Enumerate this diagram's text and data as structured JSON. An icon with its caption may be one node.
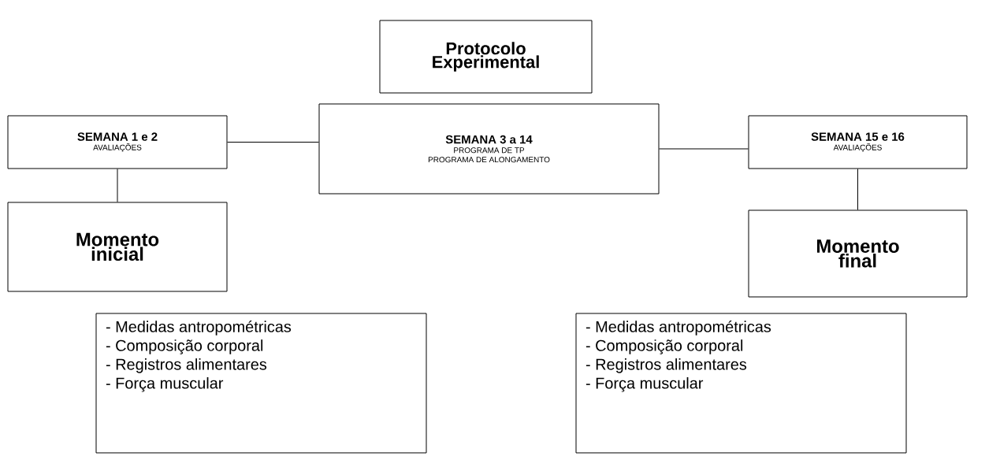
{
  "diagram": {
    "nodes": [
      {
        "text": [
          "Protocolo Experimental"
        ]
      },
      {
        "text": [
          "SEMANA 1 e 2",
          "AVALIAÇÕES"
        ]
      },
      {
        "text": [
          "SEMANA 3 a 14",
          "PROGRAMA DE TP",
          "PROGRAMA DE ALONGAMENTO"
        ]
      },
      {
        "text": [
          "SEMANA 15 e 16",
          "AVALIAÇÕES"
        ]
      },
      {
        "text": [
          "Momento inicial"
        ]
      },
      {
        "text": [
          "Momento final"
        ]
      },
      {
        "text": [
          "- Medidas antropométricas",
          "- Composição corporal",
          "- Registros alimentares",
          "- Força muscular"
        ]
      },
      {
        "text": [
          "- Medidas antropométricas",
          "- Composição corporal",
          "- Registros alimentares",
          "- Força muscular"
        ]
      }
    ],
    "edges": [
      {
        "from": 1,
        "to": 2,
        "arrow": "none"
      },
      {
        "from": 2,
        "to": 3,
        "arrow": "none"
      },
      {
        "from": 1,
        "to": 4,
        "arrow": "none"
      },
      {
        "from": 3,
        "to": 5,
        "arrow": "none"
      }
    ]
  }
}
